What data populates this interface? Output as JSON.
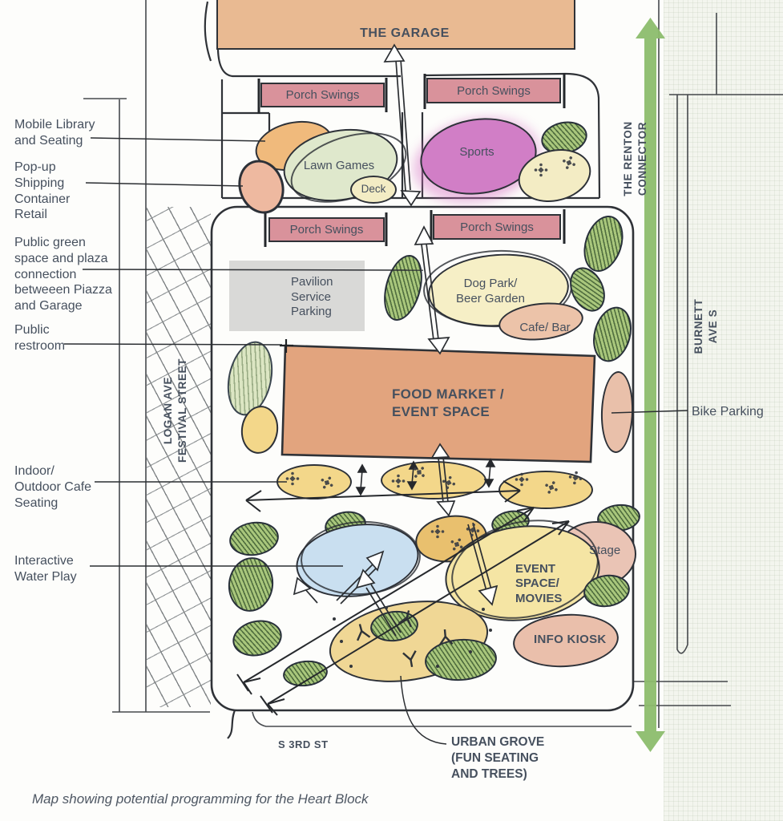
{
  "caption": "Map showing potential programming for the Heart Block",
  "garage": {
    "label": "THE GARAGE"
  },
  "porch_swings_label": "Porch Swings",
  "areas": {
    "lawn_games": "Lawn Games",
    "deck": "Deck",
    "sports": "Sports",
    "pavilion": "Pavilion\nService\nParking",
    "dog_park": "Dog Park/\nBeer Garden",
    "cafe_bar": "Cafe/ Bar",
    "food_market": "FOOD MARKET /\nEVENT SPACE",
    "event_space": "EVENT\nSPACE/\nMOVIES",
    "stage": "Stage",
    "info_kiosk": "INFO KIOSK"
  },
  "callouts": {
    "mobile_library": "Mobile Library\nand Seating",
    "popup_retail": "Pop-up\nShipping\nContainer\nRetail",
    "public_green": "Public green\nspace and plaza\nconnection\nbetweeen Piazza\nand Garage",
    "public_restroom": "Public\nrestroom",
    "cafe_seating": "Indoor/\nOutdoor Cafe\nSeating",
    "water_play": "Interactive\nWater Play",
    "bike_parking": "Bike Parking",
    "urban_grove": "URBAN GROVE\n(FUN SEATING\nAND TREES)"
  },
  "streets": {
    "logan": "LOGAN AVE\nFESTIVAL STREET",
    "s3rd": "S 3RD ST",
    "burnett": "BURNETT AVE S",
    "renton_connector": "THE RENTON\nCONNECTOR"
  },
  "colors": {
    "garage": "#e9ba92",
    "porch": "#d9929b",
    "sports_pink": "#d17ec6",
    "lawn_green": "#dfe8cc",
    "deck_yellow": "#f3ecc4",
    "library_orange": "#f0ba7c",
    "popup_peach": "#eeb9a0",
    "pavilion_gray": "#d9d9d7",
    "dogpark_yellow": "#f6efc6",
    "cafe_bar_peach": "#ecc3a9",
    "market_orange": "#e2a47e",
    "bike_peach": "#e9c0aa",
    "seating_yellow": "#f3d78a",
    "tables_orange": "#e9c06e",
    "water_blue": "#c9dff0",
    "event_yellow": "#f5e5a4",
    "stage_peach": "#eac4b5",
    "kiosk_peach": "#eabfab",
    "grove_yellow": "#f0d795",
    "green_fill": "#a9c77c",
    "green_pale": "#dce6c3",
    "connector_green": "#8dbd6d",
    "label_text": "#46505e"
  }
}
